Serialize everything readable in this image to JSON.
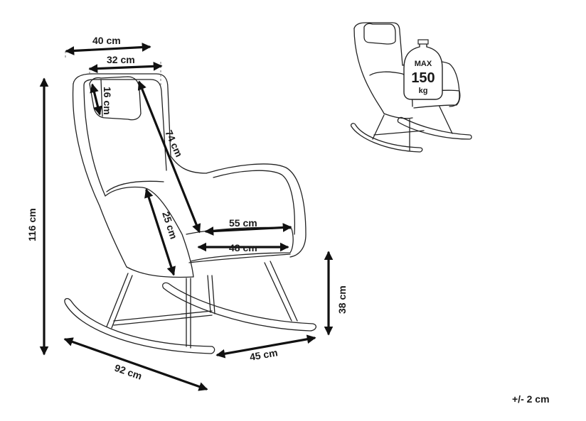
{
  "dimensions": {
    "width_top": "40 cm",
    "width_inner": "32 cm",
    "headrest": "16 cm",
    "back_height": "74 cm",
    "total_height": "116 cm",
    "arm_height": "25 cm",
    "seat_depth": "55 cm",
    "seat_width": "48 cm",
    "seat_height": "38 cm",
    "base_depth": "45 cm",
    "length": "92 cm"
  },
  "max_load": {
    "line1": "MAX",
    "value": "150",
    "unit": "kg"
  },
  "tolerance": "+/- 2 cm"
}
